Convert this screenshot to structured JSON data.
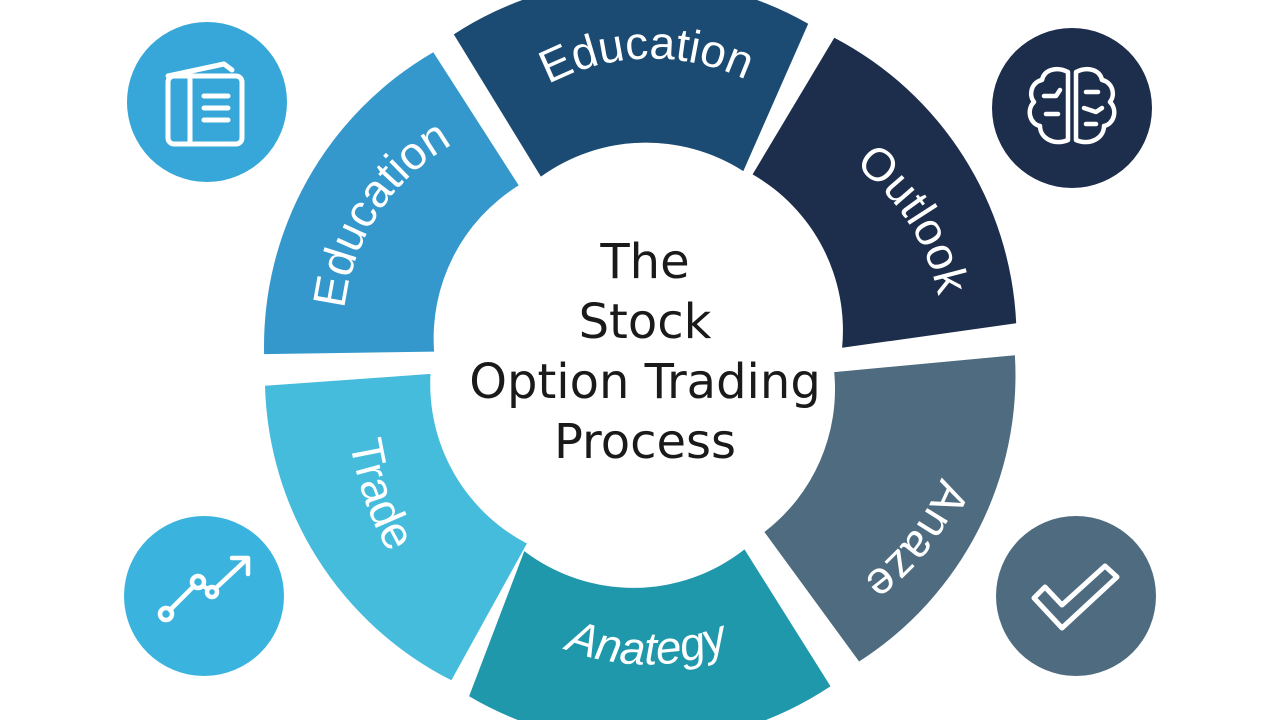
{
  "center_title": {
    "line1": "The",
    "line2": "Stock",
    "line3": "Option Trading",
    "line4": "Process"
  },
  "segments": [
    {
      "label": "Education",
      "color": "#1b4a72"
    },
    {
      "label": "Outlook",
      "color": "#1d2e4c"
    },
    {
      "label": "Anaze",
      "color": "#4e6b80"
    },
    {
      "label": "Anategy",
      "color": "#2098ab"
    },
    {
      "label": "Trade",
      "color": "#45bcdc"
    },
    {
      "label": "Education",
      "color": "#3598cc"
    }
  ],
  "badges": [
    {
      "icon": "book-icon",
      "color": "#36a7d8"
    },
    {
      "icon": "brain-icon",
      "color": "#1d2e4c"
    },
    {
      "icon": "growth-arrow-icon",
      "color": "#3ab4de"
    },
    {
      "icon": "checkmark-icon",
      "color": "#4e6b80"
    }
  ]
}
